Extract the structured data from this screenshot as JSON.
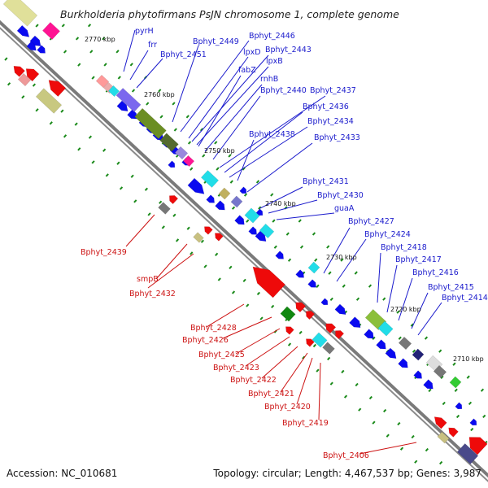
{
  "title": "Burkholderia phytofirmans PsJN chromosome 1, complete genome",
  "footer": {
    "accession": "Accession: NC_010681",
    "summary": "Topology: circular; Length: 4,467,537 bp; Genes: 3,987"
  },
  "ticks": [
    "2770 kbp",
    "2760 kbp",
    "2750 kbp",
    "2740 kbp",
    "2730 kbp",
    "2720 kbp",
    "2710 kbp"
  ],
  "labels_forward": [
    "pyrH",
    "frr",
    "Bphyt_2451",
    "Bphyt_2449",
    "Bphyt_2446",
    "lpxD",
    "Bphyt_2443",
    "lpxB",
    "fabZ",
    "rnhB",
    "Bphyt_2440",
    "Bphyt_2437",
    "Bphyt_2436",
    "Bphyt_2434",
    "Bphyt_2438",
    "Bphyt_2433",
    "Bphyt_2431",
    "Bphyt_2430",
    "guaA",
    "Bphyt_2427",
    "Bphyt_2424",
    "Bphyt_2418",
    "Bphyt_2417",
    "Bphyt_2416",
    "Bphyt_2415",
    "Bphyt_2414"
  ],
  "labels_reverse": [
    "Bphyt_2439",
    "smpB",
    "Bphyt_2432",
    "Bphyt_2428",
    "Bphyt_2426",
    "Bphyt_2425",
    "Bphyt_2423",
    "Bphyt_2422",
    "Bphyt_2421",
    "Bphyt_2420",
    "Bphyt_2419",
    "Bphyt_2406"
  ],
  "colors": {
    "forward_gene": "#0a0af0",
    "reverse_gene": "#ee0a0a",
    "forward_label": "#1a1acc",
    "reverse_label": "#cc1111",
    "backbone": "#777777",
    "cyan": "#22dde8",
    "olive": "#6b8e23",
    "purple": "#7b68ee",
    "magenta": "#ff1493",
    "gray": "#777777"
  }
}
